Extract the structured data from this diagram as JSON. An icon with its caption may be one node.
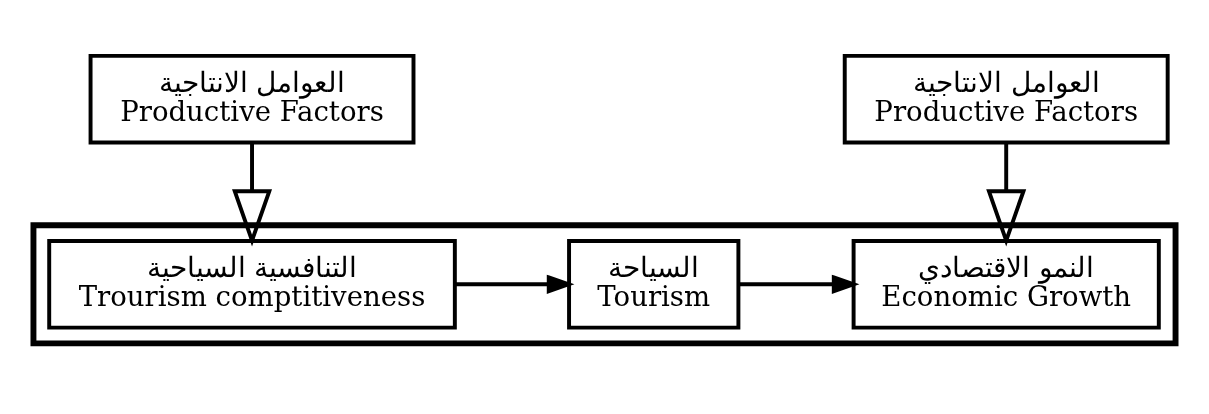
{
  "diagram": {
    "nodes": [
      {
        "text": [
          "العوامل الانتاجية",
          "Productive Factors"
        ]
      },
      {
        "text": [
          "العوامل الانتاجية",
          "Productive Factors"
        ]
      },
      {
        "text": [],
        "shape": "arrow"
      },
      {
        "text": [
          "التنافسية السياحية",
          "Trourism comptitiveness"
        ],
        "in": 2
      },
      {
        "text": [
          "السياحة",
          "Tourism"
        ],
        "in": 2
      },
      {
        "text": [
          "النمو الاقتصادي",
          "Economic Growth"
        ],
        "in": 2
      }
    ],
    "edges": [
      {
        "from": 0,
        "to": 3,
        "arrow": "to"
      },
      {
        "from": 1,
        "to": 5,
        "arrow": "to"
      },
      {
        "from": 3,
        "to": 4,
        "arrow": "to"
      },
      {
        "from": 4,
        "to": 5,
        "arrow": "to"
      }
    ]
  }
}
